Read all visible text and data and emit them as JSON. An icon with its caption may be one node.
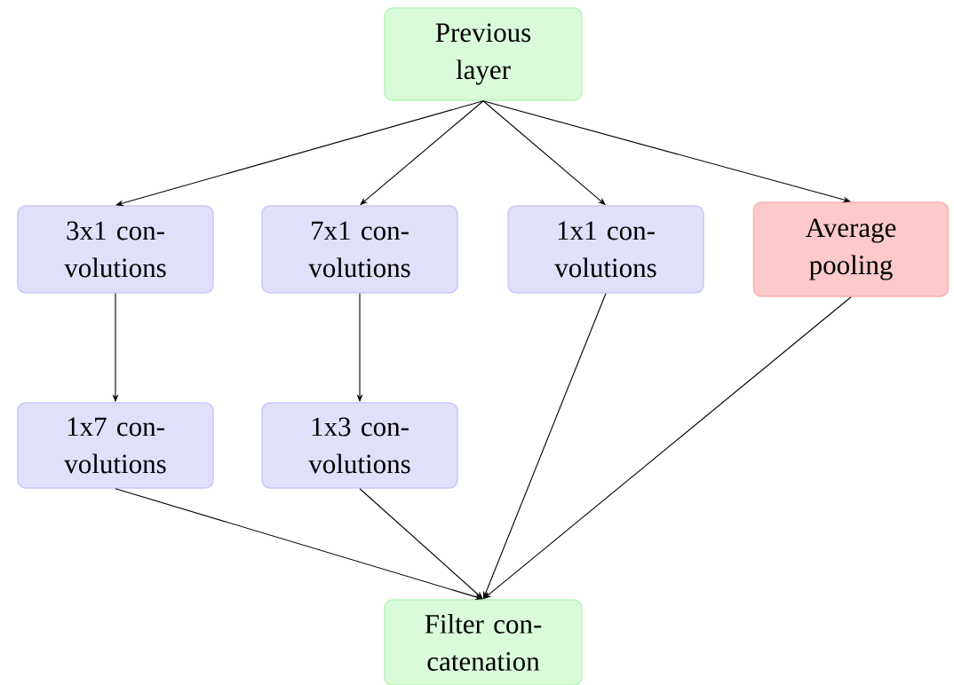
{
  "diagram": {
    "nodes": [
      {
        "text": [
          "Previous layer"
        ]
      },
      {
        "text": [
          "3x1 con- volutions"
        ]
      },
      {
        "text": [
          "7x1 con- volutions"
        ]
      },
      {
        "text": [
          "1x1 con- volutions"
        ]
      },
      {
        "text": [
          "Average pooling"
        ]
      },
      {
        "text": [
          "1x7 con- volutions"
        ]
      },
      {
        "text": [
          "1x3 con- volutions"
        ]
      },
      {
        "text": [
          "Filter con- catenation"
        ]
      }
    ],
    "edges": [
      {
        "from": 0,
        "to": 1,
        "arrow": "to"
      },
      {
        "from": 0,
        "to": 2,
        "arrow": "to"
      },
      {
        "from": 0,
        "to": 3,
        "arrow": "to"
      },
      {
        "from": 0,
        "to": 4,
        "arrow": "to"
      },
      {
        "from": 1,
        "to": 5,
        "arrow": "to"
      },
      {
        "from": 2,
        "to": 6,
        "arrow": "to"
      },
      {
        "from": 5,
        "to": 7,
        "arrow": "to"
      },
      {
        "from": 6,
        "to": 7,
        "arrow": "to"
      },
      {
        "from": 3,
        "to": 7,
        "arrow": "to"
      },
      {
        "from": 4,
        "to": 7,
        "arrow": "to"
      }
    ]
  }
}
